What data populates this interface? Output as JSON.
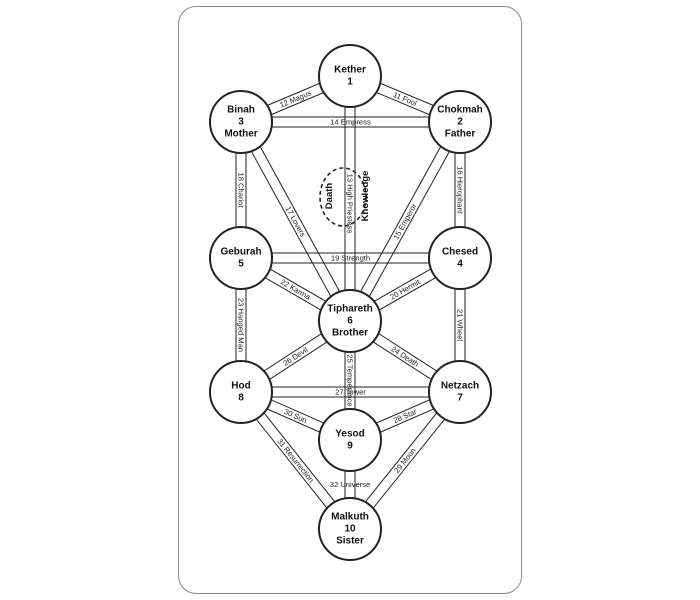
{
  "colors": {
    "line": "#222222",
    "node_fill": "#ffffff",
    "card_border": "#8a8a8a"
  },
  "sephiroth": [
    {
      "id": "kether",
      "lines": [
        "Kether",
        "1"
      ]
    },
    {
      "id": "chokmah",
      "lines": [
        "Chokmah",
        "2",
        "Father"
      ]
    },
    {
      "id": "binah",
      "lines": [
        "Binah",
        "3",
        "Mother"
      ]
    },
    {
      "id": "chesed",
      "lines": [
        "Chesed",
        "4"
      ]
    },
    {
      "id": "geburah",
      "lines": [
        "Geburah",
        "5"
      ]
    },
    {
      "id": "tiphareth",
      "lines": [
        "Tiphareth",
        "6",
        "Brother"
      ]
    },
    {
      "id": "netzach",
      "lines": [
        "Netzach",
        "7"
      ]
    },
    {
      "id": "hod",
      "lines": [
        "Hod",
        "8"
      ]
    },
    {
      "id": "yesod",
      "lines": [
        "Yesod",
        "9"
      ]
    },
    {
      "id": "malkuth",
      "lines": [
        "Malkuth",
        "10",
        "Sister"
      ]
    }
  ],
  "paths": [
    {
      "from": "kether",
      "to": "chokmah",
      "label": "11 Fool"
    },
    {
      "from": "kether",
      "to": "binah",
      "label": "12 Magus"
    },
    {
      "from": "kether",
      "to": "tiphareth",
      "label": "13 High Priestess"
    },
    {
      "from": "chokmah",
      "to": "binah",
      "label": "14 Empress"
    },
    {
      "from": "chokmah",
      "to": "tiphareth",
      "label": "15 Emperor"
    },
    {
      "from": "chokmah",
      "to": "chesed",
      "label": "16 Hierophant"
    },
    {
      "from": "binah",
      "to": "tiphareth",
      "label": "17 Lovers"
    },
    {
      "from": "binah",
      "to": "geburah",
      "label": "18 Chariot"
    },
    {
      "from": "chesed",
      "to": "geburah",
      "label": "19 Strength"
    },
    {
      "from": "chesed",
      "to": "tiphareth",
      "label": "20 Hermit"
    },
    {
      "from": "chesed",
      "to": "netzach",
      "label": "21 Wheel"
    },
    {
      "from": "geburah",
      "to": "tiphareth",
      "label": "22 Karma"
    },
    {
      "from": "geburah",
      "to": "hod",
      "label": "23 Hanged Man"
    },
    {
      "from": "tiphareth",
      "to": "netzach",
      "label": "24 Death"
    },
    {
      "from": "tiphareth",
      "to": "yesod",
      "label": "25 Temperance"
    },
    {
      "from": "tiphareth",
      "to": "hod",
      "label": "26 Devil"
    },
    {
      "from": "netzach",
      "to": "hod",
      "label": "27 Tower"
    },
    {
      "from": "netzach",
      "to": "yesod",
      "label": "28 Star"
    },
    {
      "from": "netzach",
      "to": "malkuth",
      "label": "29 Moon"
    },
    {
      "from": "hod",
      "to": "yesod",
      "label": "30 Sun"
    },
    {
      "from": "hod",
      "to": "malkuth",
      "label": "31 Resurrection"
    },
    {
      "from": "yesod",
      "to": "malkuth",
      "label": "32 Universe"
    }
  ],
  "daath": {
    "left_label": "Daath",
    "right_label": "Knowledge"
  }
}
